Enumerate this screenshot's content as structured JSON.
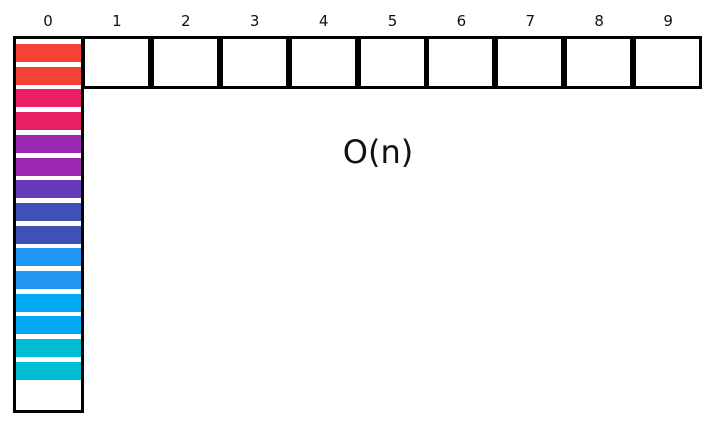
{
  "indices": [
    "0",
    "1",
    "2",
    "3",
    "4",
    "5",
    "6",
    "7",
    "8",
    "9"
  ],
  "complexity": "O(n)",
  "bucket_0_entries": [
    {
      "color": "#f44336"
    },
    {
      "color": "#f44336"
    },
    {
      "color": "#e91e63"
    },
    {
      "color": "#e91e63"
    },
    {
      "color": "#9c27b0"
    },
    {
      "color": "#9c27b0"
    },
    {
      "color": "#673ab7"
    },
    {
      "color": "#3f51b5"
    },
    {
      "color": "#3f51b5"
    },
    {
      "color": "#2196f3"
    },
    {
      "color": "#2196f3"
    },
    {
      "color": "#03a9f4"
    },
    {
      "color": "#03a9f4"
    },
    {
      "color": "#00bcd4"
    },
    {
      "color": "#00bcd4"
    }
  ]
}
